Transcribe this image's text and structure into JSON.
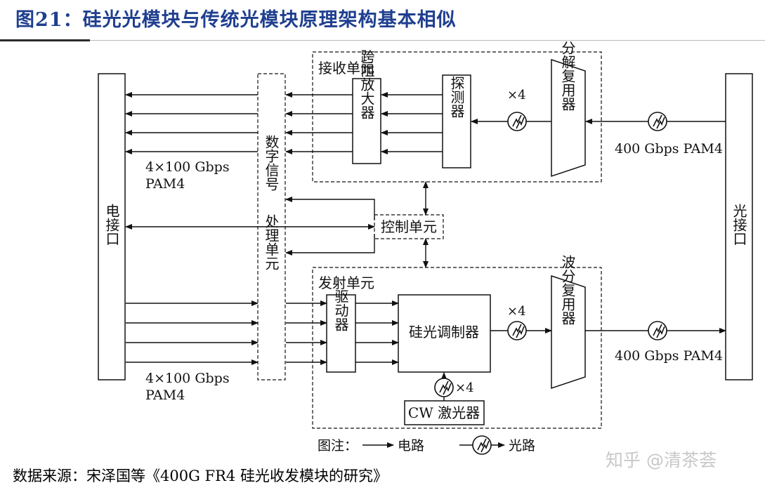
{
  "title": "图21：硅光光模块与传统光模块原理架构基本相似",
  "source": "数据来源：宋泽国等《400G FR4 硅光收发模块的研究》",
  "watermark": "知乎 @清茶荟",
  "diagram": {
    "electrical_interface": "电接口",
    "optical_interface": "光接口",
    "dsp_top": "数字信号",
    "dsp_bottom": "处理单元",
    "control_unit": "控制单元",
    "receiver_unit": "接收单元",
    "transmitter_unit": "发射单元",
    "tia": "跨阻放大器",
    "detector": "探测器",
    "demux": "波分解复用器",
    "mux": "波分复用器",
    "driver": "驱动器",
    "modulator": "硅光调制器",
    "laser": "CW 激光器",
    "times4": "×4",
    "rate_top": "4×100 Gbps",
    "rate_top2": "PAM4",
    "rate_bottom": "4×100 Gbps",
    "rate_bottom2": "PAM4",
    "optical_rate_rx": "400 Gbps PAM4",
    "optical_rate_tx": "400 Gbps PAM4",
    "legend": {
      "prefix": "图注：",
      "electrical": "电路",
      "optical": "光路"
    }
  }
}
